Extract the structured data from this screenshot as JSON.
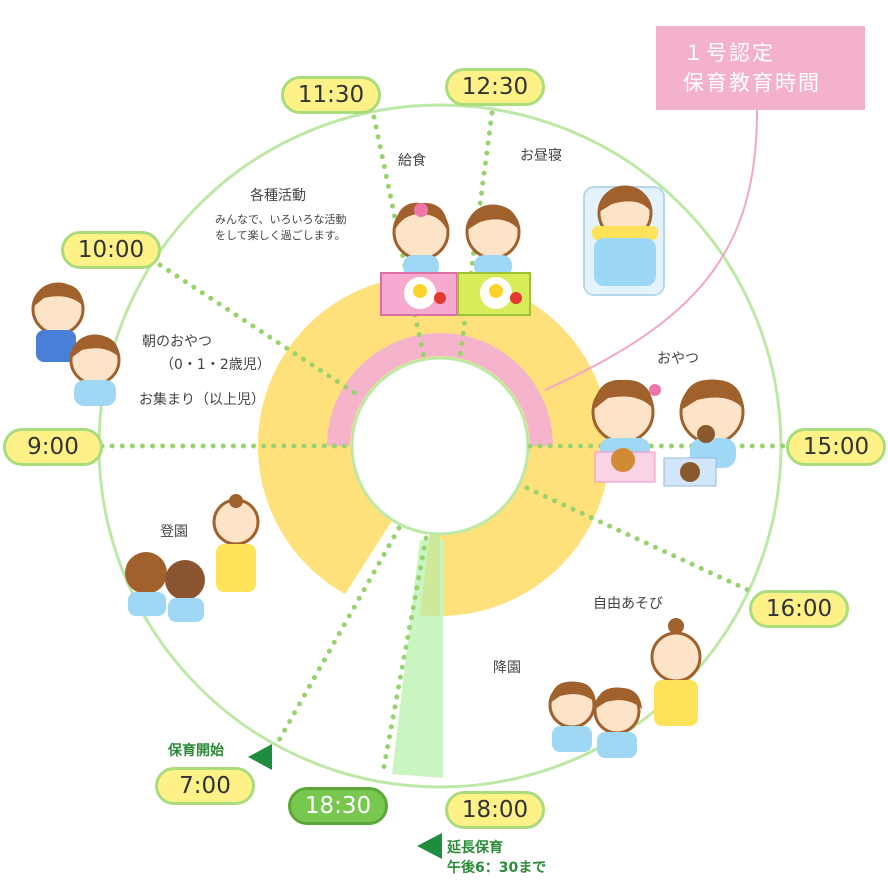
{
  "badge": {
    "line1": "１号認定",
    "line2": "保育教育時間"
  },
  "times": {
    "t1130": "11:30",
    "t1230": "12:30",
    "t1000": "10:00",
    "t0900": "9:00",
    "t1500": "15:00",
    "t1600": "16:00",
    "t0700": "7:00",
    "t1830": "18:30",
    "t1800": "18:00"
  },
  "activities": {
    "kyushoku": "給食",
    "ohirune": "お昼寝",
    "kakushu_title": "各種活動",
    "kakushu_desc1": "みんなで、いろいろな活動",
    "kakushu_desc2": "をして楽しく過ごします。",
    "asa_oyatsu": "朝のおやつ",
    "asa_oyatsu_age": "（0・1・2歳児）",
    "oatsumari": "お集まり（以上児）",
    "oyatsu": "おやつ",
    "toen": "登園",
    "jiyu": "自由あそび",
    "koen": "降園",
    "hoiku_kaishi": "保育開始",
    "encho_title": "延長保育",
    "encho_desc": "午後6：30まで"
  },
  "colors": {
    "ring": "#bde8a6",
    "yellow": "#fee17a",
    "pink": "#f6b3cc",
    "dots": "#99d36f",
    "extended": "#c8f5c0",
    "arrow": "#1e8e3e"
  }
}
